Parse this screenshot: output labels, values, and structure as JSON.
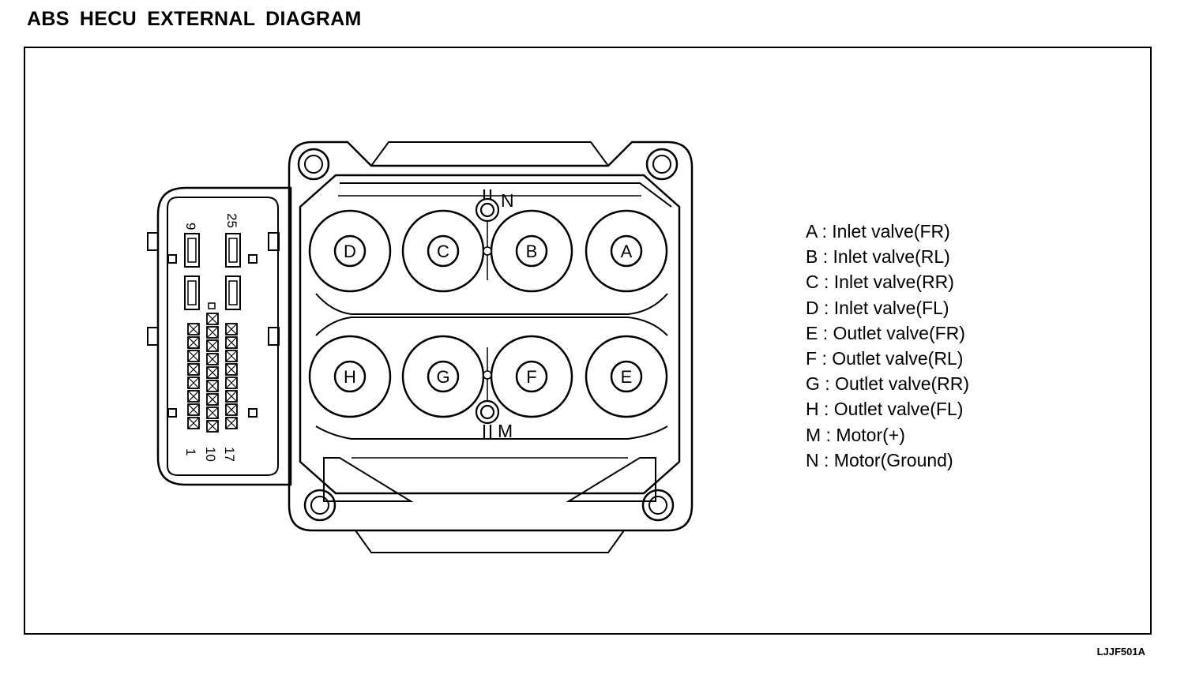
{
  "title": "ABS HECU EXTERNAL DIAGRAM",
  "figure_code": "LJJF501A",
  "valves": [
    {
      "label": "D"
    },
    {
      "label": "C"
    },
    {
      "label": "B"
    },
    {
      "label": "A"
    },
    {
      "label": "H"
    },
    {
      "label": "G"
    },
    {
      "label": "F"
    },
    {
      "label": "E"
    }
  ],
  "motor_terminals": {
    "top": "N",
    "bottom": "M"
  },
  "connector_pins": {
    "p9": "9",
    "p25": "25",
    "p1": "1",
    "p10": "10",
    "p17": "17"
  },
  "legend": [
    {
      "key": "A",
      "sep": " : ",
      "desc": "Inlet valve(FR)"
    },
    {
      "key": "B",
      "sep": " : ",
      "desc": "Inlet valve(RL)"
    },
    {
      "key": "C",
      "sep": " : ",
      "desc": "Inlet valve(RR)"
    },
    {
      "key": "D",
      "sep": " : ",
      "desc": "Inlet valve(FL)"
    },
    {
      "key": "E",
      "sep": " : ",
      "desc": "Outlet valve(FR)"
    },
    {
      "key": "F",
      "sep": " : ",
      "desc": "Outlet valve(RL)"
    },
    {
      "key": "G",
      "sep": " : ",
      "desc": "Outlet valve(RR)"
    },
    {
      "key": "H",
      "sep": " : ",
      "desc": "Outlet valve(FL)"
    },
    {
      "key": "M",
      "sep": " : ",
      "desc": "Motor(+)"
    },
    {
      "key": "N",
      "sep": " : ",
      "desc": "Motor(Ground)"
    }
  ]
}
